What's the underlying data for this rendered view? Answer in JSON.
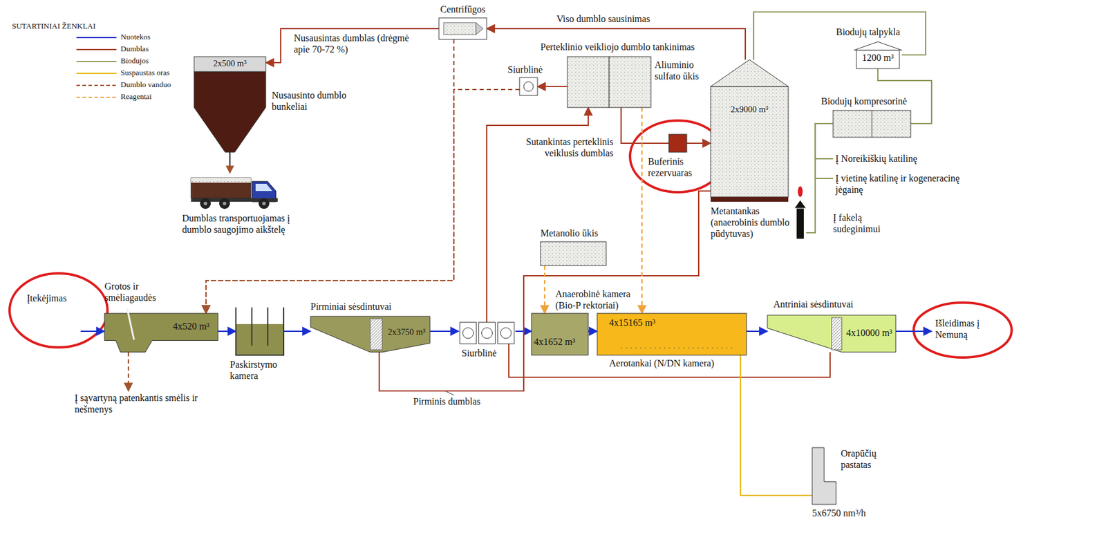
{
  "diagram": {
    "nodes": [
      {
        "text": [
          "Centrifūgos"
        ]
      },
      {
        "text": [
          "2x500 m³",
          "Nusausinto dumblo bunkeliai"
        ]
      },
      {
        "text": [
          "Perteklinio veikliojo dumblo tankinimas"
        ]
      },
      {
        "text": [
          "Aliuminio sulfato ūkis"
        ]
      },
      {
        "text": [
          "Biodujų talpykla",
          "1200 m³"
        ]
      },
      {
        "text": [
          "Siurblinė"
        ]
      },
      {
        "text": [
          "2x9000 m³",
          "Metantankas (anaerobinis dumblo pūdytuvas)"
        ]
      },
      {
        "text": [
          "Biodujų kompresorinė"
        ]
      },
      {
        "text": [
          "Dumblas transportuojamas į dumblo saugojimo aikštelę"
        ]
      },
      {
        "text": [
          "Buferinis rezervuaras"
        ]
      },
      {
        "text": [
          "Į Noreikiškių katilinę"
        ]
      },
      {
        "text": [
          "Į vietinę katilinę ir kogeneracinę jėgainę"
        ]
      },
      {
        "text": [
          "Metanolio ūkis"
        ]
      },
      {
        "text": [
          "Į fakelą sudeginimui"
        ]
      },
      {
        "text": [
          "Įtekėjimas"
        ]
      },
      {
        "text": [
          "Grotos ir smėliagaudės",
          "4x520 m³"
        ]
      },
      {
        "text": [
          "Paskirstymo kamera"
        ]
      },
      {
        "text": [
          "Pirminiai sėsdintuvai",
          "2x3750 m³"
        ]
      },
      {
        "text": [
          "Siurblinė"
        ]
      },
      {
        "text": [
          "Anaerobinė kamera (Bio-P rektoriai)",
          "4x1652 m³"
        ]
      },
      {
        "text": [
          "4x15165 m³",
          "Aerotankai (N/DN kamera)"
        ]
      },
      {
        "text": [
          "Antriniai sėsdintuvai",
          "4x10000 m³"
        ]
      },
      {
        "text": [
          "Išleidimas į Nemuną"
        ]
      },
      {
        "text": [
          "Į sąvartyną patenkantis smėlis ir nešmenys"
        ]
      },
      {
        "text": [
          "Orapūčių pastatas",
          "5x6750 nm³/h"
        ]
      }
    ],
    "edges": [
      {
        "from": 14,
        "to": 15,
        "arrow": "to"
      },
      {
        "from": 15,
        "to": 16,
        "arrow": "to"
      },
      {
        "from": 16,
        "to": 17,
        "arrow": "to"
      },
      {
        "from": 17,
        "to": 18,
        "arrow": "to"
      },
      {
        "from": 18,
        "to": 19,
        "arrow": "to"
      },
      {
        "from": 19,
        "to": 20,
        "arrow": "to"
      },
      {
        "from": 20,
        "to": 21,
        "arrow": "to"
      },
      {
        "from": 21,
        "to": 22,
        "arrow": "to"
      },
      {
        "from": 15,
        "to": 23,
        "arrow": "to"
      },
      {
        "from": 17,
        "to": 6,
        "label": "Pirminis dumblas",
        "arrow": "none"
      },
      {
        "from": 21,
        "to": 18,
        "arrow": "none"
      },
      {
        "from": 18,
        "to": 2,
        "arrow": "to"
      },
      {
        "from": 2,
        "to": 5,
        "arrow": "to"
      },
      {
        "from": 5,
        "to": 15,
        "arrow": "to"
      },
      {
        "from": 2,
        "to": 9,
        "label": "Sutankintas perteklinis veiklusis dumblas",
        "arrow": "none"
      },
      {
        "from": 9,
        "to": 6,
        "arrow": "to"
      },
      {
        "from": 6,
        "to": 0,
        "label": "Viso dumblo sausinimas",
        "arrow": "to"
      },
      {
        "from": 0,
        "to": 1,
        "label": "Nusausintas dumblas (drėgmė apie 70-72 %)",
        "arrow": "to"
      },
      {
        "from": 0,
        "to": 15,
        "arrow": "to"
      },
      {
        "from": 1,
        "to": 8,
        "arrow": "to"
      },
      {
        "from": 6,
        "to": 4,
        "arrow": "none"
      },
      {
        "from": 4,
        "to": 7,
        "arrow": "none"
      },
      {
        "from": 7,
        "to": 10,
        "arrow": "none"
      },
      {
        "from": 7,
        "to": 11,
        "arrow": "none"
      },
      {
        "from": 7,
        "to": 13,
        "arrow": "none"
      },
      {
        "from": 12,
        "to": 19,
        "arrow": "to"
      },
      {
        "from": 3,
        "to": 20,
        "arrow": "to"
      },
      {
        "from": 24,
        "to": 20,
        "arrow": "none"
      }
    ],
    "labels": [
      "SUTARTINIAI ŽENKLAI"
    ],
    "legend": [
      {
        "text": "Nuotekos"
      },
      {
        "text": "Dumblas"
      },
      {
        "text": "Biodujos"
      },
      {
        "text": "Suspaustas oras"
      },
      {
        "text": "Dumblo vanduo"
      },
      {
        "text": "Reagentai"
      }
    ]
  }
}
